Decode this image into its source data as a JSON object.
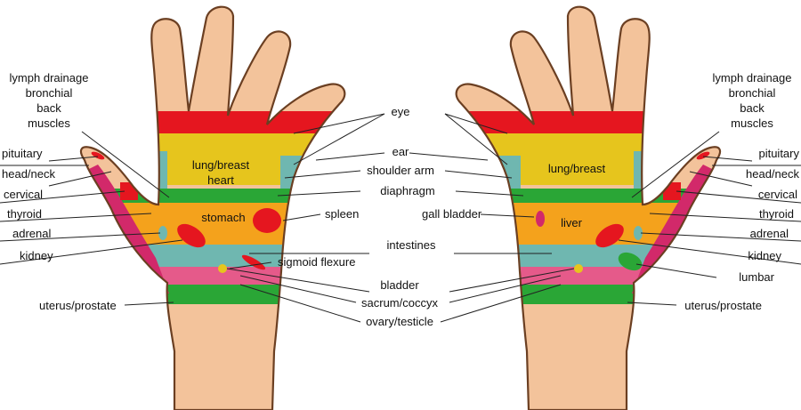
{
  "left_labels": {
    "lymph1": "lymph drainage",
    "lymph2": "bronchial",
    "lymph3": "back",
    "lymph4": "muscles",
    "pituitary": "pituitary",
    "headneck": "head/neck",
    "cervical": "cervical",
    "thyroid": "thyroid",
    "adrenal": "adrenal",
    "kidney": "kidney",
    "uterus": "uterus/prostate"
  },
  "center_labels": {
    "eye": "eye",
    "ear": "ear",
    "shoulder": "shoulder arm",
    "diaphragm": "diaphragm",
    "spleen": "spleen",
    "gall": "gall bladder",
    "intestines": "intestines",
    "sigmoid": "sigmoid flexure",
    "bladder": "bladder",
    "sacrum": "sacrum/coccyx",
    "ovary": "ovary/testicle"
  },
  "right_labels": {
    "lymph1": "lymph drainage",
    "lymph2": "bronchial",
    "lymph3": "back",
    "lymph4": "muscles",
    "pituitary": "pituitary",
    "headneck": "head/neck",
    "cervical": "cervical",
    "thyroid": "thyroid",
    "adrenal": "adrenal",
    "kidney": "kidney",
    "lumbar": "lumbar",
    "uterus": "uterus/prostate"
  },
  "hand_labels": {
    "lung_left1": "lung/breast",
    "lung_left2": "heart",
    "stomach": "stomach",
    "lung_right": "lung/breast",
    "liver": "liver"
  },
  "colors": {
    "skin": "#f3c39b",
    "red": "#e5161f",
    "yellow": "#e6c51d",
    "orange": "#f4a21c",
    "green": "#2aa636",
    "teal": "#6fb7b0",
    "pink": "#e55a8a",
    "magenta": "#d2296a",
    "outline": "#6b3f22"
  }
}
